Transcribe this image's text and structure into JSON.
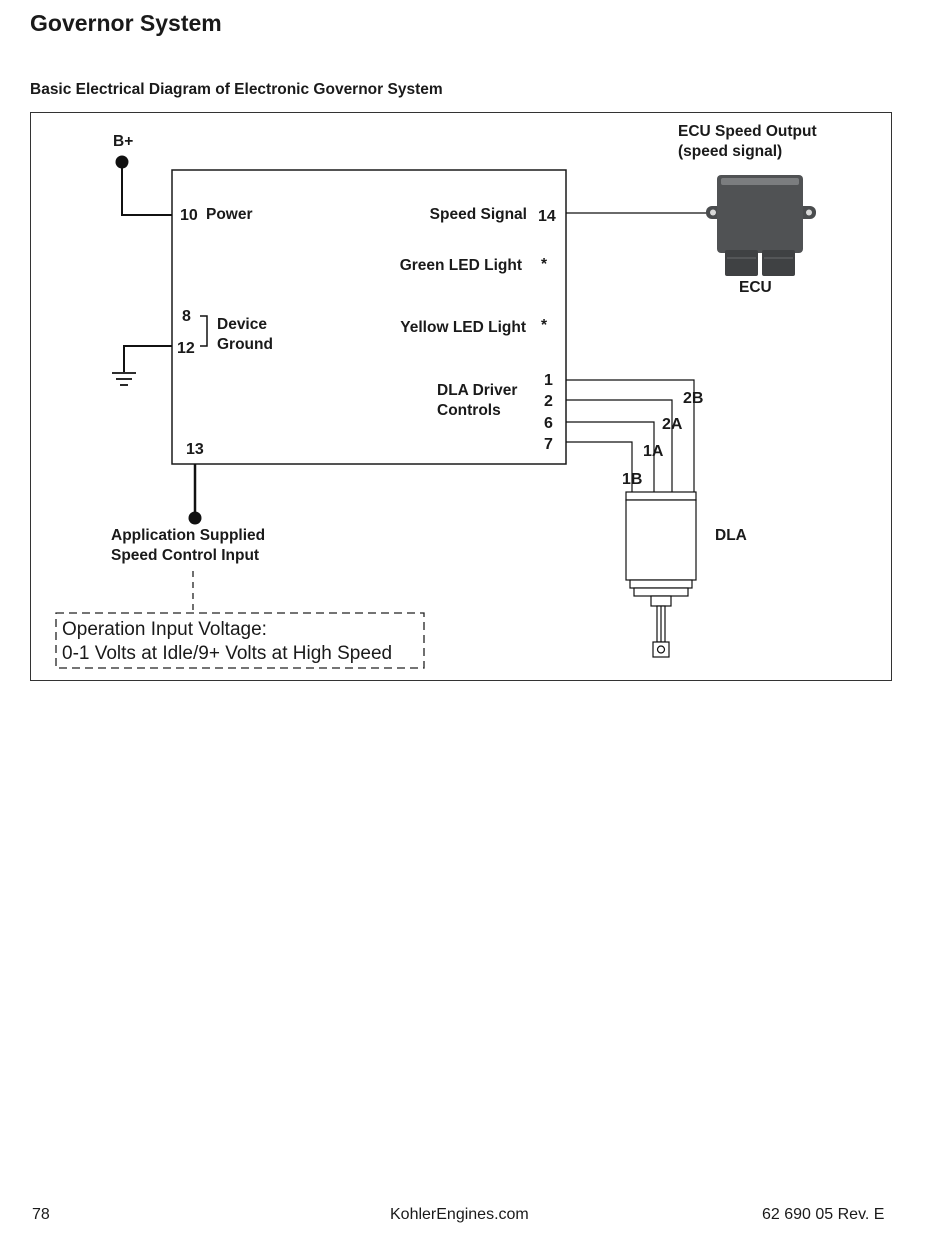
{
  "page": {
    "title": "Governor System",
    "section_title": "Basic Electrical Diagram of Electronic Governor System"
  },
  "diagram": {
    "battery_label": "B+",
    "controller": {
      "power_pin": "10",
      "power_label": "Power",
      "ground_pin_a": "8",
      "ground_pin_b": "12",
      "ground_label_1": "Device",
      "ground_label_2": "Ground",
      "input_pin": "13",
      "speed_signal_label": "Speed Signal",
      "speed_signal_pin": "14",
      "green_led_label": "Green LED Light",
      "green_led_mark": "*",
      "yellow_led_label": "Yellow LED Light",
      "yellow_led_mark": "*",
      "dla_label_1": "DLA Driver",
      "dla_label_2": "Controls",
      "dla_pins": [
        "1",
        "2",
        "6",
        "7"
      ]
    },
    "ecu": {
      "output_label_1": "ECU Speed Output",
      "output_label_2": "(speed signal)",
      "name": "ECU"
    },
    "dla": {
      "name": "DLA",
      "wire_labels": [
        "2B",
        "2A",
        "1A",
        "1B"
      ]
    },
    "input": {
      "label_1": "Application Supplied",
      "label_2": "Speed Control Input",
      "note_1": "Operation Input Voltage:",
      "note_2": "0-1 Volts at Idle/9+ Volts at High Speed"
    }
  },
  "footer": {
    "page_number": "78",
    "website": "KohlerEngines.com",
    "revision": "62 690 05 Rev. E"
  }
}
